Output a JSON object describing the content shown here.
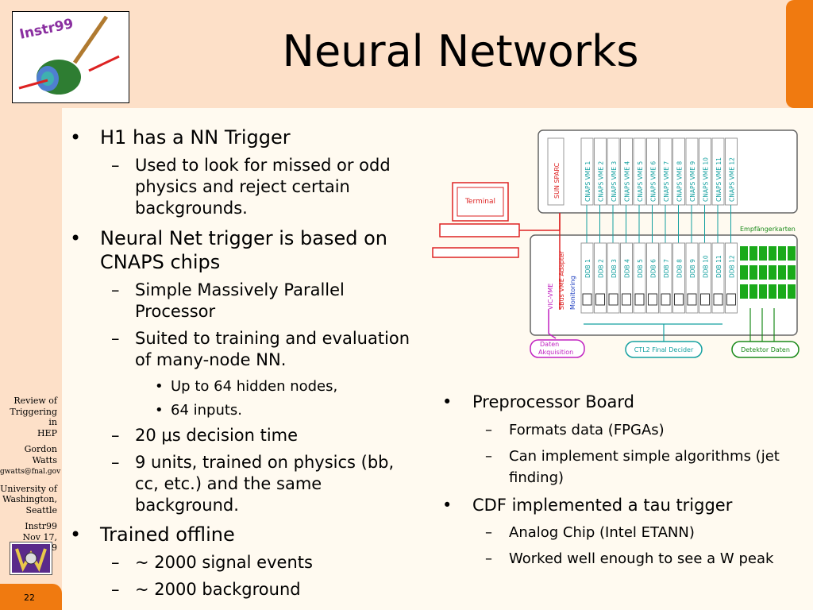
{
  "slide": {
    "title": "Neural Networks",
    "page_number": "22",
    "logo_text": "Instr99",
    "accent_color": "#f07a10"
  },
  "sidebar": {
    "line1": "Review of",
    "line2": "Triggering in",
    "line3": "HEP",
    "author": "Gordon Watts",
    "email": "gwatts@fnal.gov",
    "uni1": "University of",
    "uni2": "Washington,",
    "uni3": "Seattle",
    "conf": "Instr99",
    "date": "Nov 17, 1999"
  },
  "left": {
    "b1": "H1 has a NN Trigger",
    "b1_s1": "Used to look for missed or odd physics and reject certain backgrounds.",
    "b2": "Neural Net trigger is based on CNAPS chips",
    "b2_s1": "Simple Massively Parallel Processor",
    "b2_s2": "Suited to training and evaluation of many-node NN.",
    "b2_s2_a": "Up to 64 hidden nodes,",
    "b2_s2_b": "64 inputs.",
    "b2_s3": "20 μs decision time",
    "b2_s4": "9 units, trained on physics (bb, cc, etc.) and the same background.",
    "b3": "Trained offline",
    "b3_s1": "~ 2000 signal events",
    "b3_s2": "~ 2000 background"
  },
  "right": {
    "b1": "Preprocessor Board",
    "b1_s1": "Formats data (FPGAs)",
    "b1_s2": "Can implement simple algorithms (jet finding)",
    "b2": "CDF implemented a tau trigger",
    "b2_s1": "Analog Chip (Intel ETANN)",
    "b2_s2": "Worked well enough to see a W peak"
  },
  "diagram": {
    "terminal": "Terminal",
    "sun": "SUN SPARC",
    "cnaps": [
      "CNAPS VME 1",
      "CNAPS VME 2",
      "CNAPS VME 3",
      "CNAPS VME 4",
      "CNAPS VME 5",
      "CNAPS VME 6",
      "CNAPS VME 7",
      "CNAPS VME 8",
      "CNAPS VME 9",
      "CNAPS VME 10",
      "CNAPS VME 11",
      "CNAPS VME 12"
    ],
    "ddb": [
      "DDB 1",
      "DDB 2",
      "DDB 3",
      "DDB 4",
      "DDB 5",
      "DDB 6",
      "DDB 7",
      "DDB 8",
      "DDB 9",
      "DDB 10",
      "DDB 11",
      "DDB 12"
    ],
    "vic": "VIC-VME",
    "sbus": "SBus VME Adapter",
    "monitoring": "Monitoring",
    "empfang": "Empfängerkarten",
    "daten": "Daten",
    "akq": "Akquisition",
    "ctl2": "CTL2 Final Decider",
    "detektor": "Detektor Daten"
  }
}
